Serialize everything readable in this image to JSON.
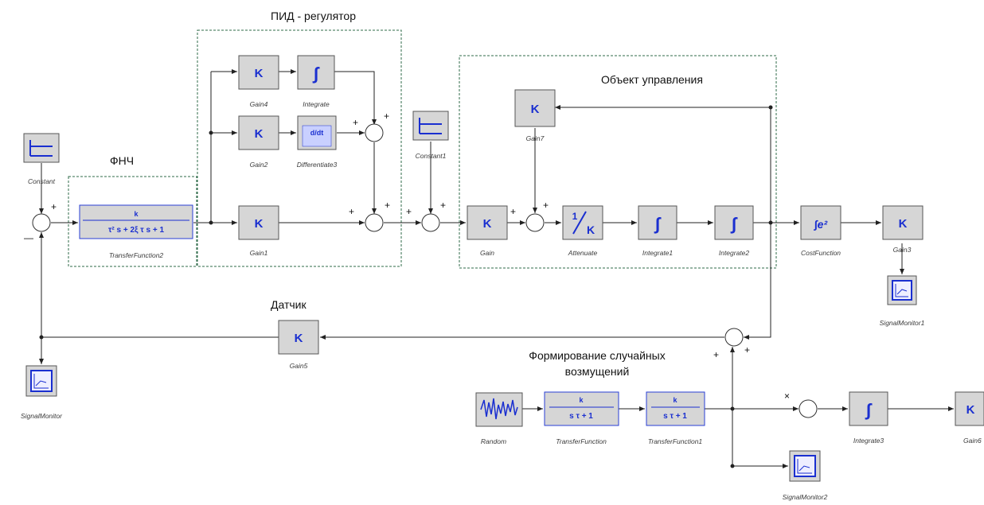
{
  "regions": {
    "pid": "ПИД - регулятор",
    "plant": "Объект управления",
    "lpf": "ФНЧ",
    "sensor": "Датчик",
    "disturb_line1": "Формирование случайных",
    "disturb_line2": "возмущений"
  },
  "blocks": {
    "constant": "Constant",
    "constant1": "Constant1",
    "transfer_function2": "TransferFunction2",
    "gain4": "Gain4",
    "integrate": "Integrate",
    "gain2": "Gain2",
    "differentiate3": "Differentiate3",
    "gain1": "Gain1",
    "gain7": "Gain7",
    "gain": "Gain",
    "attenuate": "Attenuate",
    "integrate1": "Integrate1",
    "integrate2": "Integrate2",
    "cost_function": "CostFunction",
    "gain3": "Gain3",
    "signal_monitor1": "SignalMonitor1",
    "gain5": "Gain5",
    "signal_monitor": "SignalMonitor",
    "random": "Random",
    "transfer_function": "TransferFunction",
    "transfer_function1": "TransferFunction1",
    "integrate3": "Integrate3",
    "gain6": "Gain6",
    "signal_monitor2": "SignalMonitor2"
  },
  "symbols": {
    "gain": "K",
    "integral": "∫",
    "derivative": "d/dt",
    "tf2_num": "k",
    "tf2_den": "τ² s + 2ξ τ s + 1",
    "tf_num": "k",
    "tf_den": "s τ + 1",
    "attenuate_num": "1",
    "attenuate_den": "K",
    "cost": "∫e²"
  },
  "signs": {
    "plus": "+",
    "minus": "—",
    "times": "×"
  }
}
